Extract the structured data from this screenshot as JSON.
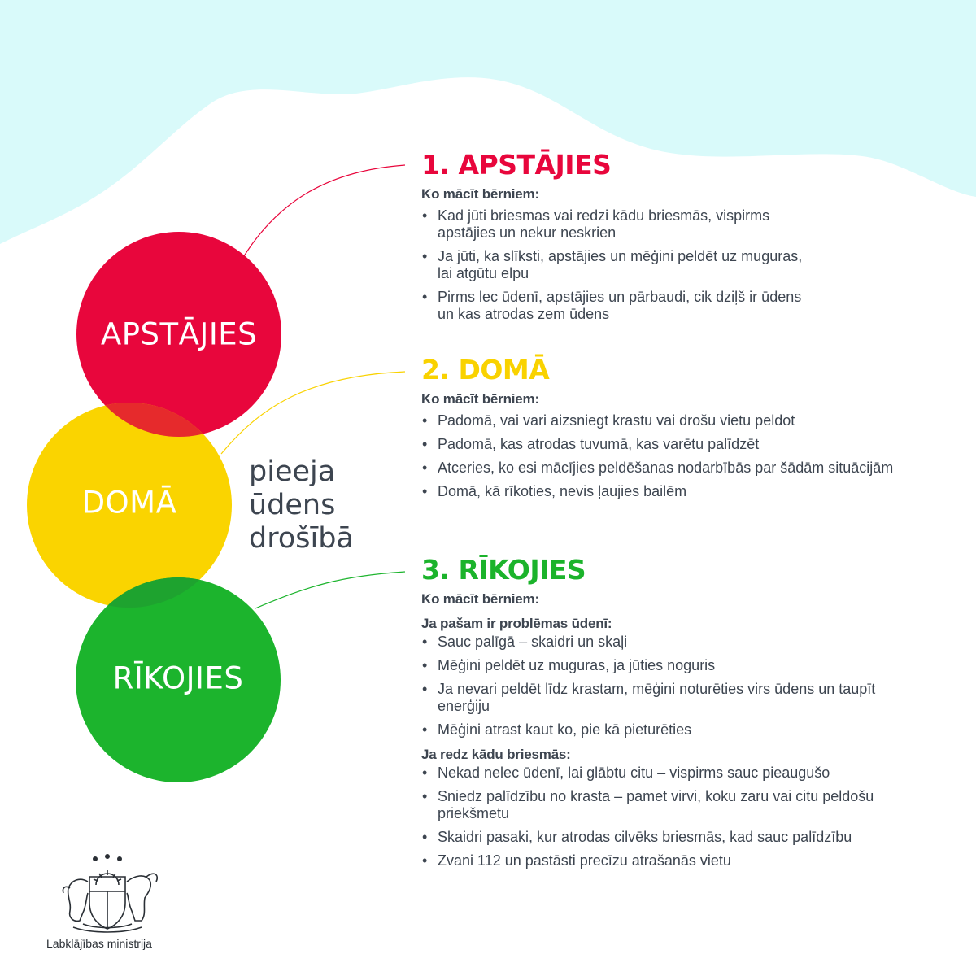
{
  "colors": {
    "red": "#e8063c",
    "yellow": "#fad400",
    "green": "#1cb42d",
    "sky": "#d9fafa",
    "text": "#3d4550"
  },
  "circles": [
    "APSTĀJIES",
    "DOMĀ",
    "RĪKOJIES"
  ],
  "tagline": [
    "pieeja",
    "ūdens",
    "drošībā"
  ],
  "sections": [
    {
      "title": "1. APSTĀJIES",
      "subtitle": "Ko mācīt bērniem:",
      "items": [
        "Kad jūti briesmas vai redzi kādu briesmās, vispirms apstājies un nekur neskrien",
        "Ja jūti, ka slīksti, apstājies un mēģini peldēt uz muguras, lai atgūtu elpu",
        "Pirms lec ūdenī, apstājies un pārbaudi, cik dziļš ir ūdens un kas atrodas zem ūdens"
      ]
    },
    {
      "title": "2. DOMĀ",
      "subtitle": "Ko mācīt bērniem:",
      "items": [
        "Padomā, vai vari aizsniegt krastu vai drošu vietu peldot",
        "Padomā, kas atrodas tuvumā, kas varētu palīdzēt",
        "Atceries, ko esi mācījies peldēšanas nodarbībās par šādām situācijām",
        "Domā, kā rīkoties, nevis ļaujies bailēm"
      ]
    },
    {
      "title": "3. RĪKOJIES",
      "subtitle": "Ko mācīt bērniem:",
      "group1_title": "Ja pašam ir problēmas ūdenī:",
      "group1_items": [
        "Sauc palīgā – skaidri un skaļi",
        "Mēģini peldēt uz muguras, ja jūties noguris",
        "Ja nevari peldēt līdz krastam, mēģini noturēties virs ūdens un taupīt enerģiju",
        "Mēģini atrast kaut ko, pie kā pieturēties"
      ],
      "group2_title": "Ja redz kādu briesmās:",
      "group2_items": [
        "Nekad nelec ūdenī, lai glābtu citu – vispirms sauc pieaugušo",
        "Sniedz palīdzību no krasta – pamet virvi, koku zaru vai citu peldošu priekšmetu",
        "Skaidri pasaki, kur atrodas cilvēks briesmās, kad sauc palīdzību",
        "Zvani 112 un pastāsti precīzu atrašanās vietu"
      ]
    }
  ],
  "logo": {
    "text": "Labklājības ministrija",
    "icon": "latvia-coat-of-arms-icon"
  }
}
